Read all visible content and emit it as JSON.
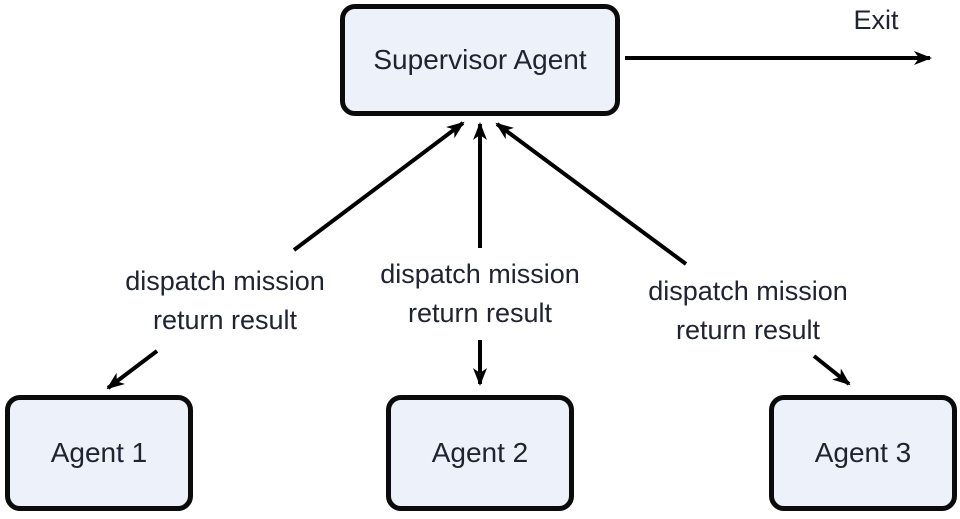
{
  "diagram": {
    "nodes": {
      "supervisor": {
        "label": "Supervisor Agent"
      },
      "agent1": {
        "label": "Agent 1"
      },
      "agent2": {
        "label": "Agent 2"
      },
      "agent3": {
        "label": "Agent 3"
      }
    },
    "edges": {
      "exit": {
        "label": "Exit"
      },
      "supervisor_agent1": {
        "line1": "dispatch mission",
        "line2": "return result"
      },
      "supervisor_agent2": {
        "line1": "dispatch mission",
        "line2": "return result"
      },
      "supervisor_agent3": {
        "line1": "dispatch mission",
        "line2": "return result"
      }
    },
    "colors": {
      "node_fill": "#edf1f9",
      "node_border": "#0b0b0b",
      "arrow": "#000000",
      "text": "#202330",
      "background": "#ffffff"
    }
  }
}
